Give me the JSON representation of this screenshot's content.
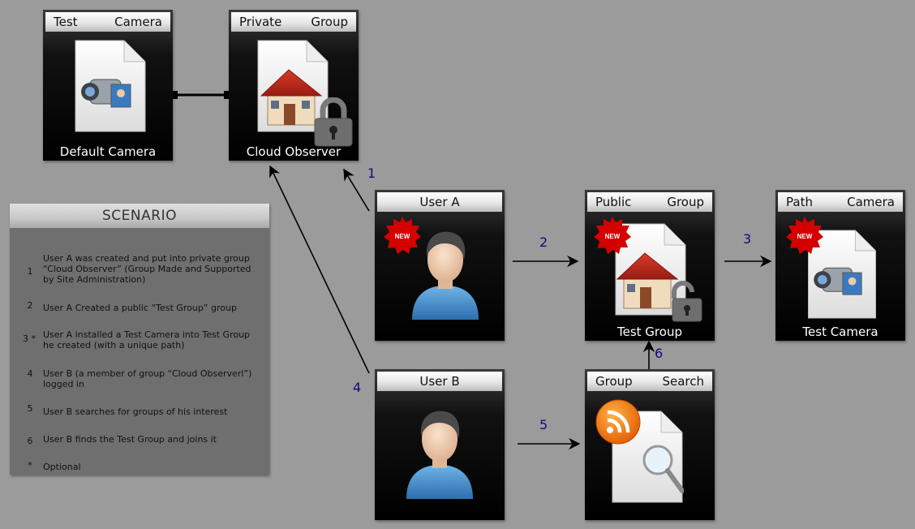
{
  "cards": {
    "test_camera": {
      "left": "Test",
      "right": "Camera",
      "caption": "Default Camera"
    },
    "private_group": {
      "left": "Private",
      "right": "Group",
      "caption": "Cloud Observer"
    },
    "user_a": {
      "title": "User A",
      "badge": "NEW"
    },
    "public_group": {
      "left": "Public",
      "right": "Group",
      "caption": "Test Group",
      "badge": "NEW"
    },
    "path_camera": {
      "left": "Path",
      "right": "Camera",
      "caption": "Test Camera",
      "badge": "NEW"
    },
    "user_b": {
      "title": "User B"
    },
    "group_search": {
      "left": "Group",
      "right": "Search"
    }
  },
  "arrow_labels": [
    "1",
    "2",
    "3",
    "4",
    "5",
    "6"
  ],
  "scenario": {
    "title": "SCENARIO",
    "steps": [
      {
        "num": "1",
        "text": "User A was created and put into private group “Cloud Observer” (Group Made and Supported by Site Administration)"
      },
      {
        "num": "2",
        "text": "User A Created a public “Test Group” group"
      },
      {
        "num": "3 *",
        "text": "User A installed a Test Camera into Test Group he created (with a unique path)"
      },
      {
        "num": "4",
        "text": "User B (a member of group “Cloud Observerl”) logged in"
      },
      {
        "num": "5",
        "text": "User B searches for groups of his interest"
      },
      {
        "num": "6",
        "text": "User B finds the Test Group and joins it"
      },
      {
        "num": "*",
        "text": "Optional"
      }
    ]
  },
  "colors": {
    "background": "#9b9b9b",
    "label_blue": "#0d0d7a",
    "badge_red": "#d40000"
  }
}
